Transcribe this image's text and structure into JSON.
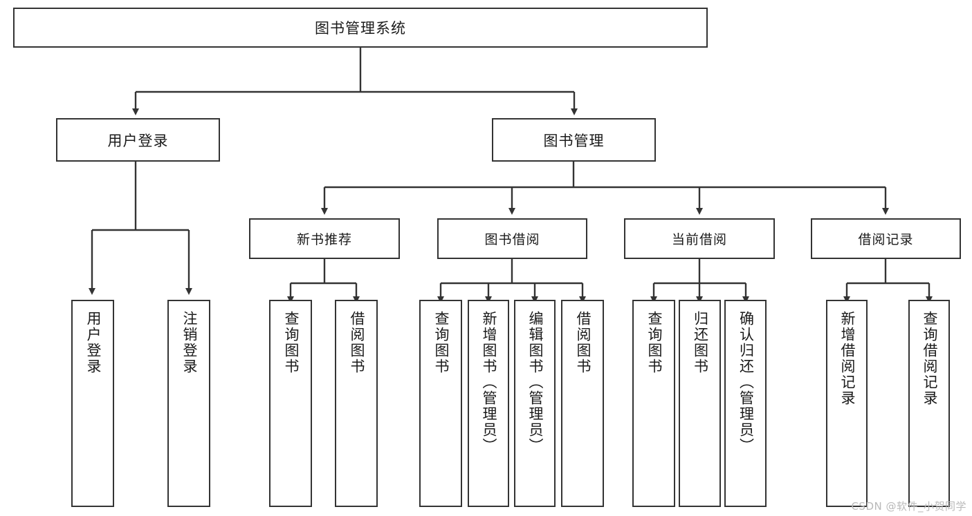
{
  "diagram": {
    "title_text": "图书管理系统",
    "type": "hierarchy-tree",
    "watermark": "CSDN @软件_小贺同学",
    "colors": {
      "box_border": "#333333",
      "box_fill": "#ffffff",
      "connector": "#333333",
      "text": "#1a1a1a",
      "watermark": "#b9b9b9"
    },
    "root": {
      "label": "图书管理系统"
    },
    "level2": [
      {
        "label": "用户登录"
      },
      {
        "label": "图书管理"
      }
    ],
    "level3": [
      {
        "label": "新书推荐"
      },
      {
        "label": "图书借阅"
      },
      {
        "label": "当前借阅"
      },
      {
        "label": "借阅记录"
      }
    ],
    "leaves": {
      "user_login": [
        {
          "label": "用户登录"
        },
        {
          "label": "注销登录"
        }
      ],
      "new_book_recommend": [
        {
          "label": "查询图书"
        },
        {
          "label": "借阅图书"
        }
      ],
      "book_borrow": [
        {
          "label": "查询图书"
        },
        {
          "label": "新增图书（管理员）"
        },
        {
          "label": "编辑图书（管理员）"
        },
        {
          "label": "借阅图书"
        }
      ],
      "current_borrow": [
        {
          "label": "查询图书"
        },
        {
          "label": "归还图书"
        },
        {
          "label": "确认归还（管理员）"
        }
      ],
      "borrow_record": [
        {
          "label": "新增借阅记录"
        },
        {
          "label": "查询借阅记录"
        }
      ]
    }
  }
}
